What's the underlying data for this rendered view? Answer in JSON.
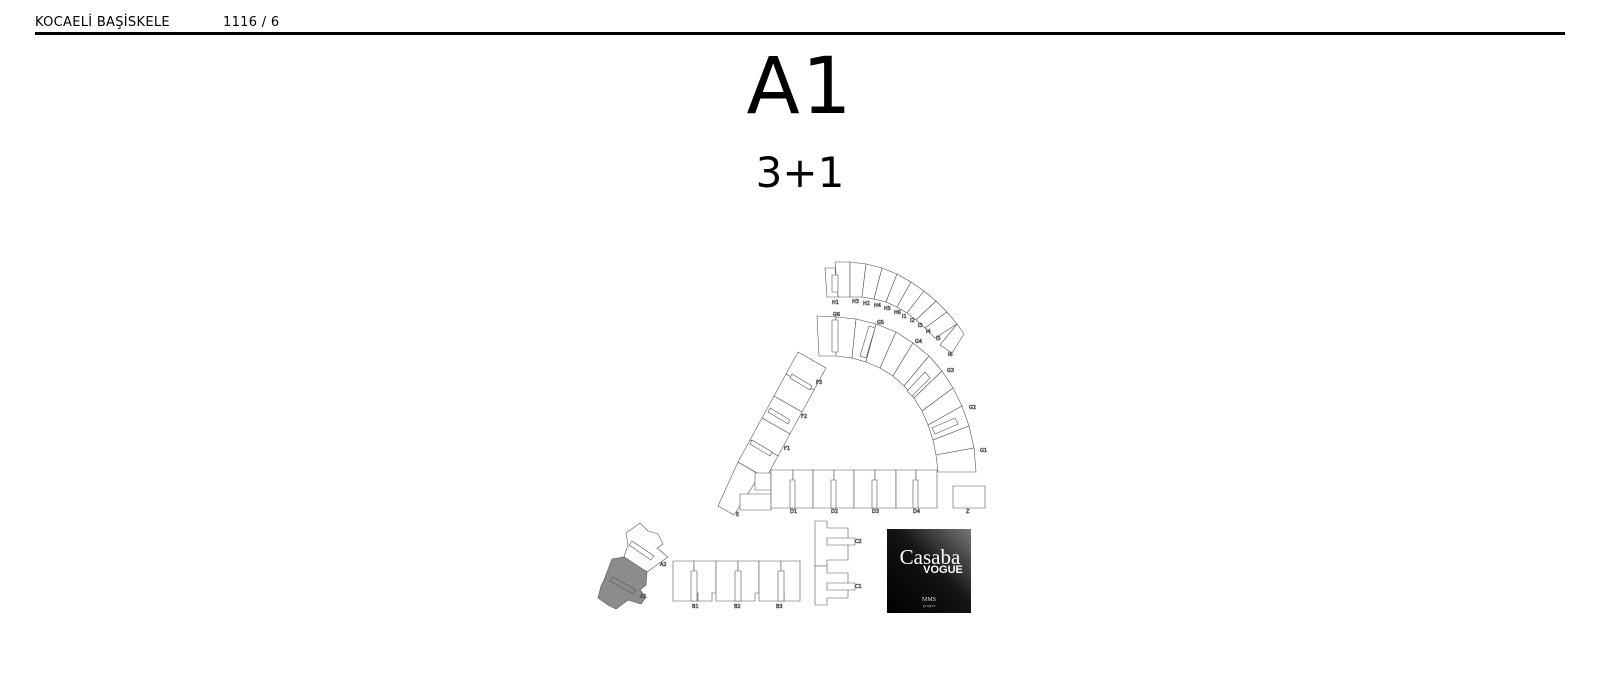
{
  "header": {
    "location": "KOCAELİ BAŞİSKELE",
    "page_ref": "1116 / 6"
  },
  "unit": {
    "block": "A1",
    "type": "3+1",
    "highlight_color": "#8c8c8c"
  },
  "siteplan": {
    "labels": {
      "H1": "H1",
      "H3": "H3",
      "H2": "H2",
      "H4": "H4",
      "H5": "H5",
      "H6": "H6",
      "I1": "I1",
      "I2": "I2",
      "I3": "I3",
      "I4": "I4",
      "I5": "I5",
      "I6": "I6",
      "G6": "G6",
      "G5": "G5",
      "G4": "G4",
      "G3": "G3",
      "G2": "G2",
      "G1": "G1",
      "F3": "F3",
      "F2": "F2",
      "F1": "F1",
      "E": "E",
      "D1": "D1",
      "D2": "D2",
      "D3": "D3",
      "D4": "D4",
      "Z": "Z",
      "C1": "C1",
      "C2": "C2",
      "B1": "B1",
      "B2": "B2",
      "B3": "B3",
      "A1": "A1",
      "A2": "A2"
    }
  },
  "logo": {
    "line1": "Casaba",
    "line2": "VOGUE",
    "line3": "MMS",
    "line4": "project"
  }
}
